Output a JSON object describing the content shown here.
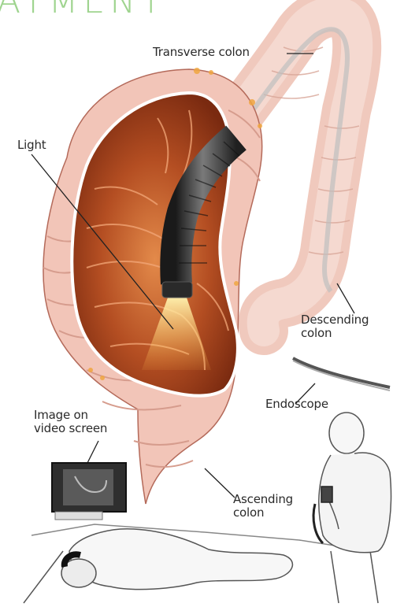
{
  "header": {
    "text": "ATMENT",
    "color": "#9fd48f"
  },
  "labels": {
    "transverse_colon": "Transverse colon",
    "light": "Light",
    "descending_colon": "Descending\ncolon",
    "endoscope": "Endoscope",
    "image_on_video_screen": "Image on\nvideo screen",
    "ascending_colon": "Ascending\ncolon"
  },
  "colors": {
    "colon_outer": "#f2c5b8",
    "colon_inner": "#a8401c",
    "endoscope_dark": "#3a3a3a",
    "light_beam": "#ffd866",
    "leader_lines": "#222222"
  }
}
